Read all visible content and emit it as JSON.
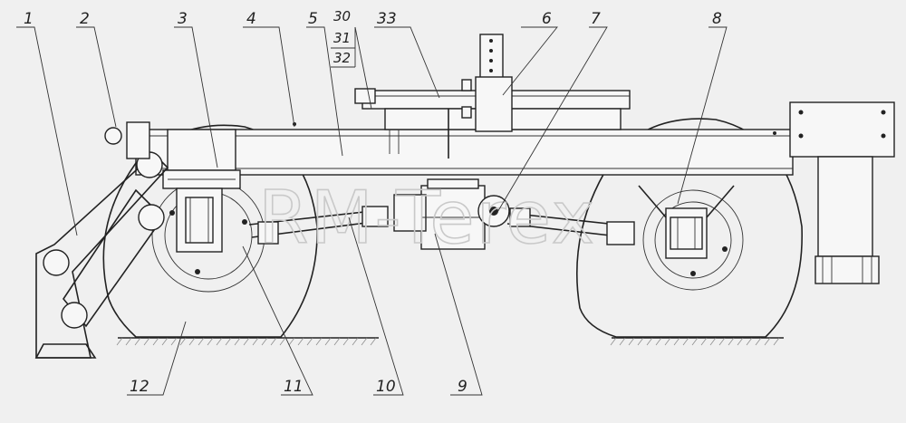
{
  "diagram": {
    "watermark": "RM-Terex",
    "callouts": [
      {
        "id": "1",
        "label": "1"
      },
      {
        "id": "2",
        "label": "2"
      },
      {
        "id": "3",
        "label": "3"
      },
      {
        "id": "4",
        "label": "4"
      },
      {
        "id": "5",
        "label": "5"
      },
      {
        "id": "30",
        "label": "30"
      },
      {
        "id": "31",
        "label": "31"
      },
      {
        "id": "32",
        "label": "32"
      },
      {
        "id": "33",
        "label": "33"
      },
      {
        "id": "6",
        "label": "6"
      },
      {
        "id": "7",
        "label": "7"
      },
      {
        "id": "8",
        "label": "8"
      },
      {
        "id": "12",
        "label": "12"
      },
      {
        "id": "11",
        "label": "11"
      },
      {
        "id": "10",
        "label": "10"
      },
      {
        "id": "9",
        "label": "9"
      }
    ]
  }
}
